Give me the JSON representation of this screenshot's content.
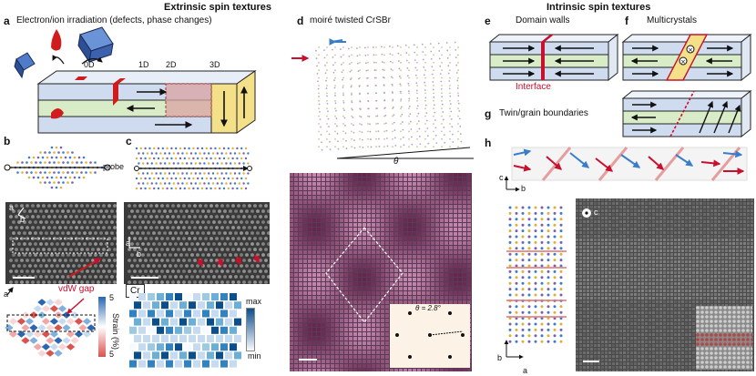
{
  "headers": {
    "extrinsic": "Extrinsic spin textures",
    "intrinsic": "Intrinsic spin textures"
  },
  "panels": {
    "a": {
      "letter": "a",
      "title": "Electron/ion irradiation (defects, phase changes)",
      "dims": [
        "0D",
        "1D",
        "2D",
        "3D"
      ]
    },
    "b": {
      "letter": "b",
      "probe": "probe"
    },
    "c": {
      "letter": "c"
    },
    "stem_left": {
      "axis_a": "a",
      "axis_b": "b"
    },
    "stem_mid": {
      "axis_a": "a",
      "axis_b": "b"
    },
    "vdw": {
      "label": "vdW gap"
    },
    "strain": {
      "axis_a": "a",
      "ticks": [
        "5",
        "5"
      ],
      "label": "Strain (%)",
      "element": "Cr",
      "max": "max",
      "min": "min"
    },
    "d": {
      "letter": "d",
      "title": "moiré twisted CrSBr",
      "theta": "θ",
      "fft_label": "θ = 2.8°"
    },
    "e": {
      "letter": "e",
      "title": "Domain walls",
      "interface": "Interface"
    },
    "f": {
      "letter": "f",
      "title": "Multicrystals"
    },
    "g": {
      "letter": "g",
      "title": "Twin/grain boundaries"
    },
    "h": {
      "letter": "h",
      "axis_c": "c",
      "axis_b": "b",
      "stem_c": "c",
      "lat_b": "b",
      "lat_a": "a"
    }
  },
  "colors": {
    "red": "#c8102e",
    "blue": "#3a7dc9",
    "slab_blue": "#cfdcf0",
    "slab_green": "#d8ecc7",
    "slab_yellow": "#f5e08a",
    "heat_low": "#f7fbff",
    "heat_high": "#0b4e8c"
  }
}
